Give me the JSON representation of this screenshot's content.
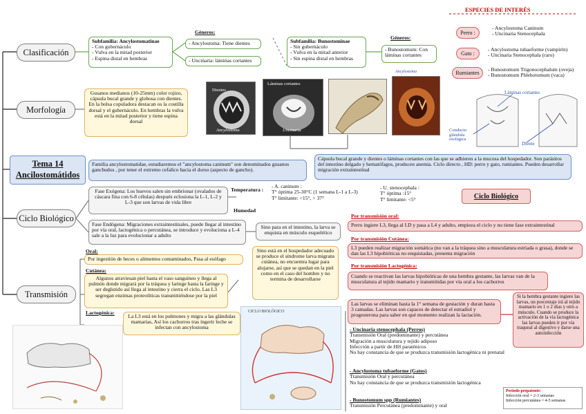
{
  "topics": {
    "clasificacion": "Clasificación",
    "morfologia": "Morfología",
    "tema_line1": "Tema 14",
    "tema_line2": "Ancilostomátidos",
    "ciclo": "Ciclo Biológico",
    "transmision": "Transmisión"
  },
  "clasificacion": {
    "sub1_title": "Subfamilia: Ancylostomatinae",
    "sub1_lines": [
      "- Con gubernáculo",
      "- Vulva en la mitad posterior",
      "- Espina distal en hembras"
    ],
    "generos1_title": "Géneros:",
    "genero_a": "- Ancylostoma: Tiene dientes",
    "genero_b": "- Uncinaria: láminas cortantes",
    "sub2_title": "Subfamilia: Bunostominae",
    "sub2_lines": [
      "- Sin gubernáculo",
      "- Vulva en la mitad anterior",
      "- Sin espina distal en hembras"
    ],
    "generos2_title": "Géneros:",
    "genero_c": "- Bunostomum: Con láminas cortantes"
  },
  "especies": {
    "title": "ESPECIES DE INTERÉS",
    "perro_label": "Perro :",
    "perro_items": [
      "- Ancylostoma Caninum",
      "- Uncinaria Stenocephala"
    ],
    "gato_label": "Gato :",
    "gato_items": [
      "- Ancylostoma tubaeforme (vampirín)",
      "- Uncinaria Stenocephala (raro)"
    ],
    "rumiantes_label": "Rumiantes",
    "rumiantes_items": [
      "- Bunostomum Trigonocephalum (oveja)",
      "- Bunostomum Phlebotomum (vaca)"
    ]
  },
  "morfologia": {
    "text": "Gusanos medianos (10-25mm) color rojizo, cápsula bucal grande y globosa con dientes. En la bolsa copuladora destacan os la costilla dorsal y el gubernáculo. En hembras la vulva está en la mitad posterior y tiene espina dorsal",
    "img1_label_top": "Dientes",
    "img1_caption": "Ancylostoma",
    "img2_label_top": "Láminas cortantes",
    "img2_caption": "Uncinaria",
    "img3_caption": "Ancylostoma",
    "capsula_text": "Cápsula bucal grande y dientes o láminas cortantes con las que se adhieren a la mucosa del hospedador. Son parásitos del intestino delgado y hematófagos, producen anemia. Ciclo directo , HD: perro y gato, rumiantes. Pueden desarrollar migración extraintestinal",
    "diagram_label1": "Láminas cortantes",
    "diagram_label2": "Conducto glándula esofágica",
    "diagram_label3": "Diente"
  },
  "tema": {
    "familia_text": "Familia ancylostomatidae, estudiaremos el \"ancylostoma caninum\" son denominados gusanos ganchudos , por tener el extremo cefalico hacia el dorso (aspecto de gancho)."
  },
  "ciclo": {
    "fase_exogena": "Fase Exógena: Los huevos salen sin embrionar (ovalados de cáscara fina con 6-8 células) después eclosiona la L-1, L-2 y L-3 que son larvas de vida libre",
    "temperatura_label": "Temperatura :",
    "humedad_label": "Humedad",
    "temp_a_title": "- A. caninum :",
    "temp_a_lines": [
      "T° óptima 25-30°C (1 semana L-1 a L-3)",
      "T° limitante: <15°, > 37°"
    ],
    "temp_u_title": "- U. stenocephala :",
    "temp_u_lines": [
      "T° óptima :15°",
      "T° limitante: <5°"
    ],
    "ciclo_title": "Ciclo Biológico",
    "fase_endogena": "Fase Endógena: Migraciones extraintestinales, puede llegar al intestino por vía oral, lactogénica o percutánea, se introduce y evoluciona a L-4 sale a la luz para evolucionar a adulto",
    "no_intestino": "Sino para en el intestino, la larva se enquista en músculo esquelético"
  },
  "vias": {
    "oral_title": "Por transmisión oral:",
    "oral_text": "Perro ingiere L3, llega al I.D y pasa a L4 y adulto, empieza el ciclo y no tiene fase extraintestinal",
    "cutanea_title": "Por transmisión Cutánea:",
    "cutanea_text": "L3 pueden realizar migración somática (no van a la tráquea sino a musculatura estriada o grasa), donde se dan las L3 hipobióticas no enquistadas, presenta migración",
    "lacto_title": "Por transmisión Lactogénica:",
    "lacto_text1": "Cuando se reactivan las larvas hipobióticas de una hembra gestante, las larvas van de la musculatura al tejido mamario y transmitidas por vía oral a los cachorros",
    "lacto_text2": "Las larvas se eliminan hasta la 1° semana de gestación y duran hasta 3 camadas. Las larvas son capaces de detectar el estradiol y progesterona para saber en qué momento realizan la lactación.",
    "lacto_side": "Si la hembra gestante ingiere las larvas, un porcentaje irá al tejido mamario en 1 o 2 días y otro a músculo. Cuando se produce la activación de la vía lactogénica las larvas pueden ir por vía traqueal al digestivo y darse una autoinfección"
  },
  "transmision": {
    "oral_label": "Oral:",
    "oral_text": "Por ingestión de heces o alimentos contaminados, Pasa al esófago",
    "cutanea_label": "Cutánea:",
    "cutanea_text": "Algunos atraviesan piel hasta el vaso sanguíneo y llega al pulmón donde migrará por la tráquea y laringe hasta la faringe y ser deglutido así llega al intestino y cierra el ciclo. Las L3 segregan enzimas proteolíticas transmitiéndose por la piel",
    "lacto_label": "Lactogénica:",
    "lacto_text": "La L3 está en los pulmones y migra a las glándulas mamarias, Así los cachorros tras ingerir leche se infectan con ancylostoma",
    "no_hospedador": "Sino está en el hospedador adecuado se produce el síndrome larva migrans cutánea, no encuentra lugar para alojarse, así que se quedan en la piel como en el caso del hombre y no termina de desarrollarse",
    "ciclo_img_label": "CICLO BIOLÓGICO"
  },
  "especies_trans": {
    "e1_title": "- Uncinaria stenocephala (Perros)",
    "e1_lines": [
      "Transmisión Oral (predominante) y percutánea",
      "Migración a musculatura y tejido adiposo",
      "Infección a partir de HH paraténicos",
      "No hay constancia de que se produzca transmisión lactogénica ni prenatal"
    ],
    "e2_title": "- Ancylostoma tubaeforme (Gatos)",
    "e2_lines": [
      "Transmisión Oral y percutánea",
      "No hay constancia de que se produzca transmisión lactogénica"
    ],
    "e3_title": "- Bunostomum spp (Rumiantes)",
    "e3_lines": [
      "Transmisión Percutánea (predominante) y oral"
    ]
  },
  "prepatente": {
    "title": "Periodo prepatente:",
    "lines": [
      "Infección oral = 2-3 semanas",
      "Infección percutánea = 4-5 semanas"
    ]
  },
  "colors": {
    "green": "#6aa84f",
    "yellow": "#e0b060",
    "blue": "#6f8fc8",
    "pink": "#d06060",
    "red_text": "#c00000"
  }
}
